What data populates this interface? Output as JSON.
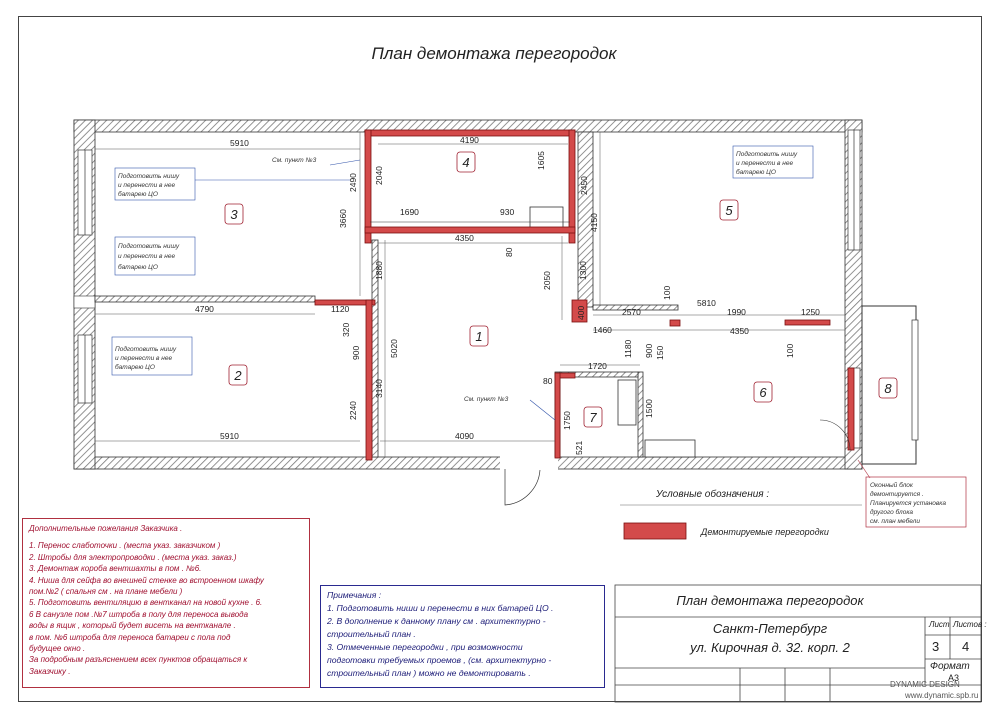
{
  "title": "План демонтажа перегородок",
  "rooms": [
    "1",
    "2",
    "3",
    "4",
    "5",
    "6",
    "7",
    "8"
  ],
  "dimensions": {
    "d5910_top": "5910",
    "d4190": "4190",
    "d1605": "1605",
    "d2040": "2040",
    "d2490": "2490",
    "d2450": "2450",
    "d3660": "3660",
    "d1690": "1690",
    "d930": "930",
    "d4350_a": "4350",
    "d80_a": "80",
    "d4150": "4150",
    "d1880": "1880",
    "d2050": "2050",
    "d1300": "1300",
    "d100_a": "100",
    "d4790": "4790",
    "d1120": "1120",
    "d320": "320",
    "d900_a": "900",
    "d2570": "2570",
    "d5810": "5810",
    "d1990": "1990",
    "d1250": "1250",
    "d400": "400",
    "d1460": "1460",
    "d4350_b": "4350",
    "d5020": "5020",
    "d1720": "1720",
    "d1180": "1180",
    "d900_b": "900",
    "d150": "150",
    "d100_b": "100",
    "d80_b": "80",
    "d3140": "3140",
    "d2240": "2240",
    "d1500": "1500",
    "d1750": "1750",
    "d5910_bot": "5910",
    "d4090": "4090",
    "d521": "521"
  },
  "annotations": {
    "see3_top": "См. пункт №3",
    "see3_bot": "См. пункт №3",
    "niche_lines": [
      "Подготовить нишу",
      "и перенести в нее",
      "батарею ЦО"
    ],
    "window_lines": [
      "Оконный блок",
      "демонтируется .",
      "Планируется установка",
      "другого блока",
      "см. план мебели"
    ]
  },
  "legend": {
    "title": "Условные обозначения :",
    "item": "Демонтируемые перегородки",
    "color": "#d34a4a"
  },
  "requests": {
    "title": "Дополнительные пожелания Заказчика .",
    "lines": [
      "1. Перенос слаботочки . (места указ. заказчиком )",
      "2. Штробы для электропроводки . (места указ. заказ.)",
      "3. Демонтаж короба вентшахты в пом . №6.",
      "4. Ниша для сейфа во внешней стенке во встроенном шкафу",
      "пом.№2 ( спальня см . на плане мебели )",
      "5. Подготовить вентиляцию в вентканал на новой кухне . 6.",
      "6 В санузле пом .№7 штроба в полу для переноса вывода",
      "воды в ящик , который будет висеть на вентканале .",
      "в пом. №6 штроба для переноса батареи с пола под",
      "будущее окно .",
      "За подробным разъяснением всех пунктов обращаться к",
      "Заказчику ."
    ]
  },
  "notes": {
    "title": "Примечания :",
    "lines": [
      "1. Подготовить ниши и перенести в них батарей ЦО .",
      "2. В дополнение к данному плану см . архитектурно -",
      "строительный план .",
      "3. Отмеченные перегородки , при возможности",
      "подготовки требуемых проемов , (см. архитектурно -",
      "строительный план ) можно не демонтировать ."
    ]
  },
  "stamp": {
    "title": "План демонтажа перегородок",
    "city": "Санкт-Петербург",
    "address": "ул. Кирочная д. 32. корп. 2",
    "sheet_label": "Лист",
    "sheets_label": "Листов :",
    "sheet": "3",
    "sheets": "4",
    "format_label": "Формат",
    "format": "А3"
  },
  "brand": "DYNAMIC DESIGN",
  "site": "www.dynamic.spb.ru"
}
